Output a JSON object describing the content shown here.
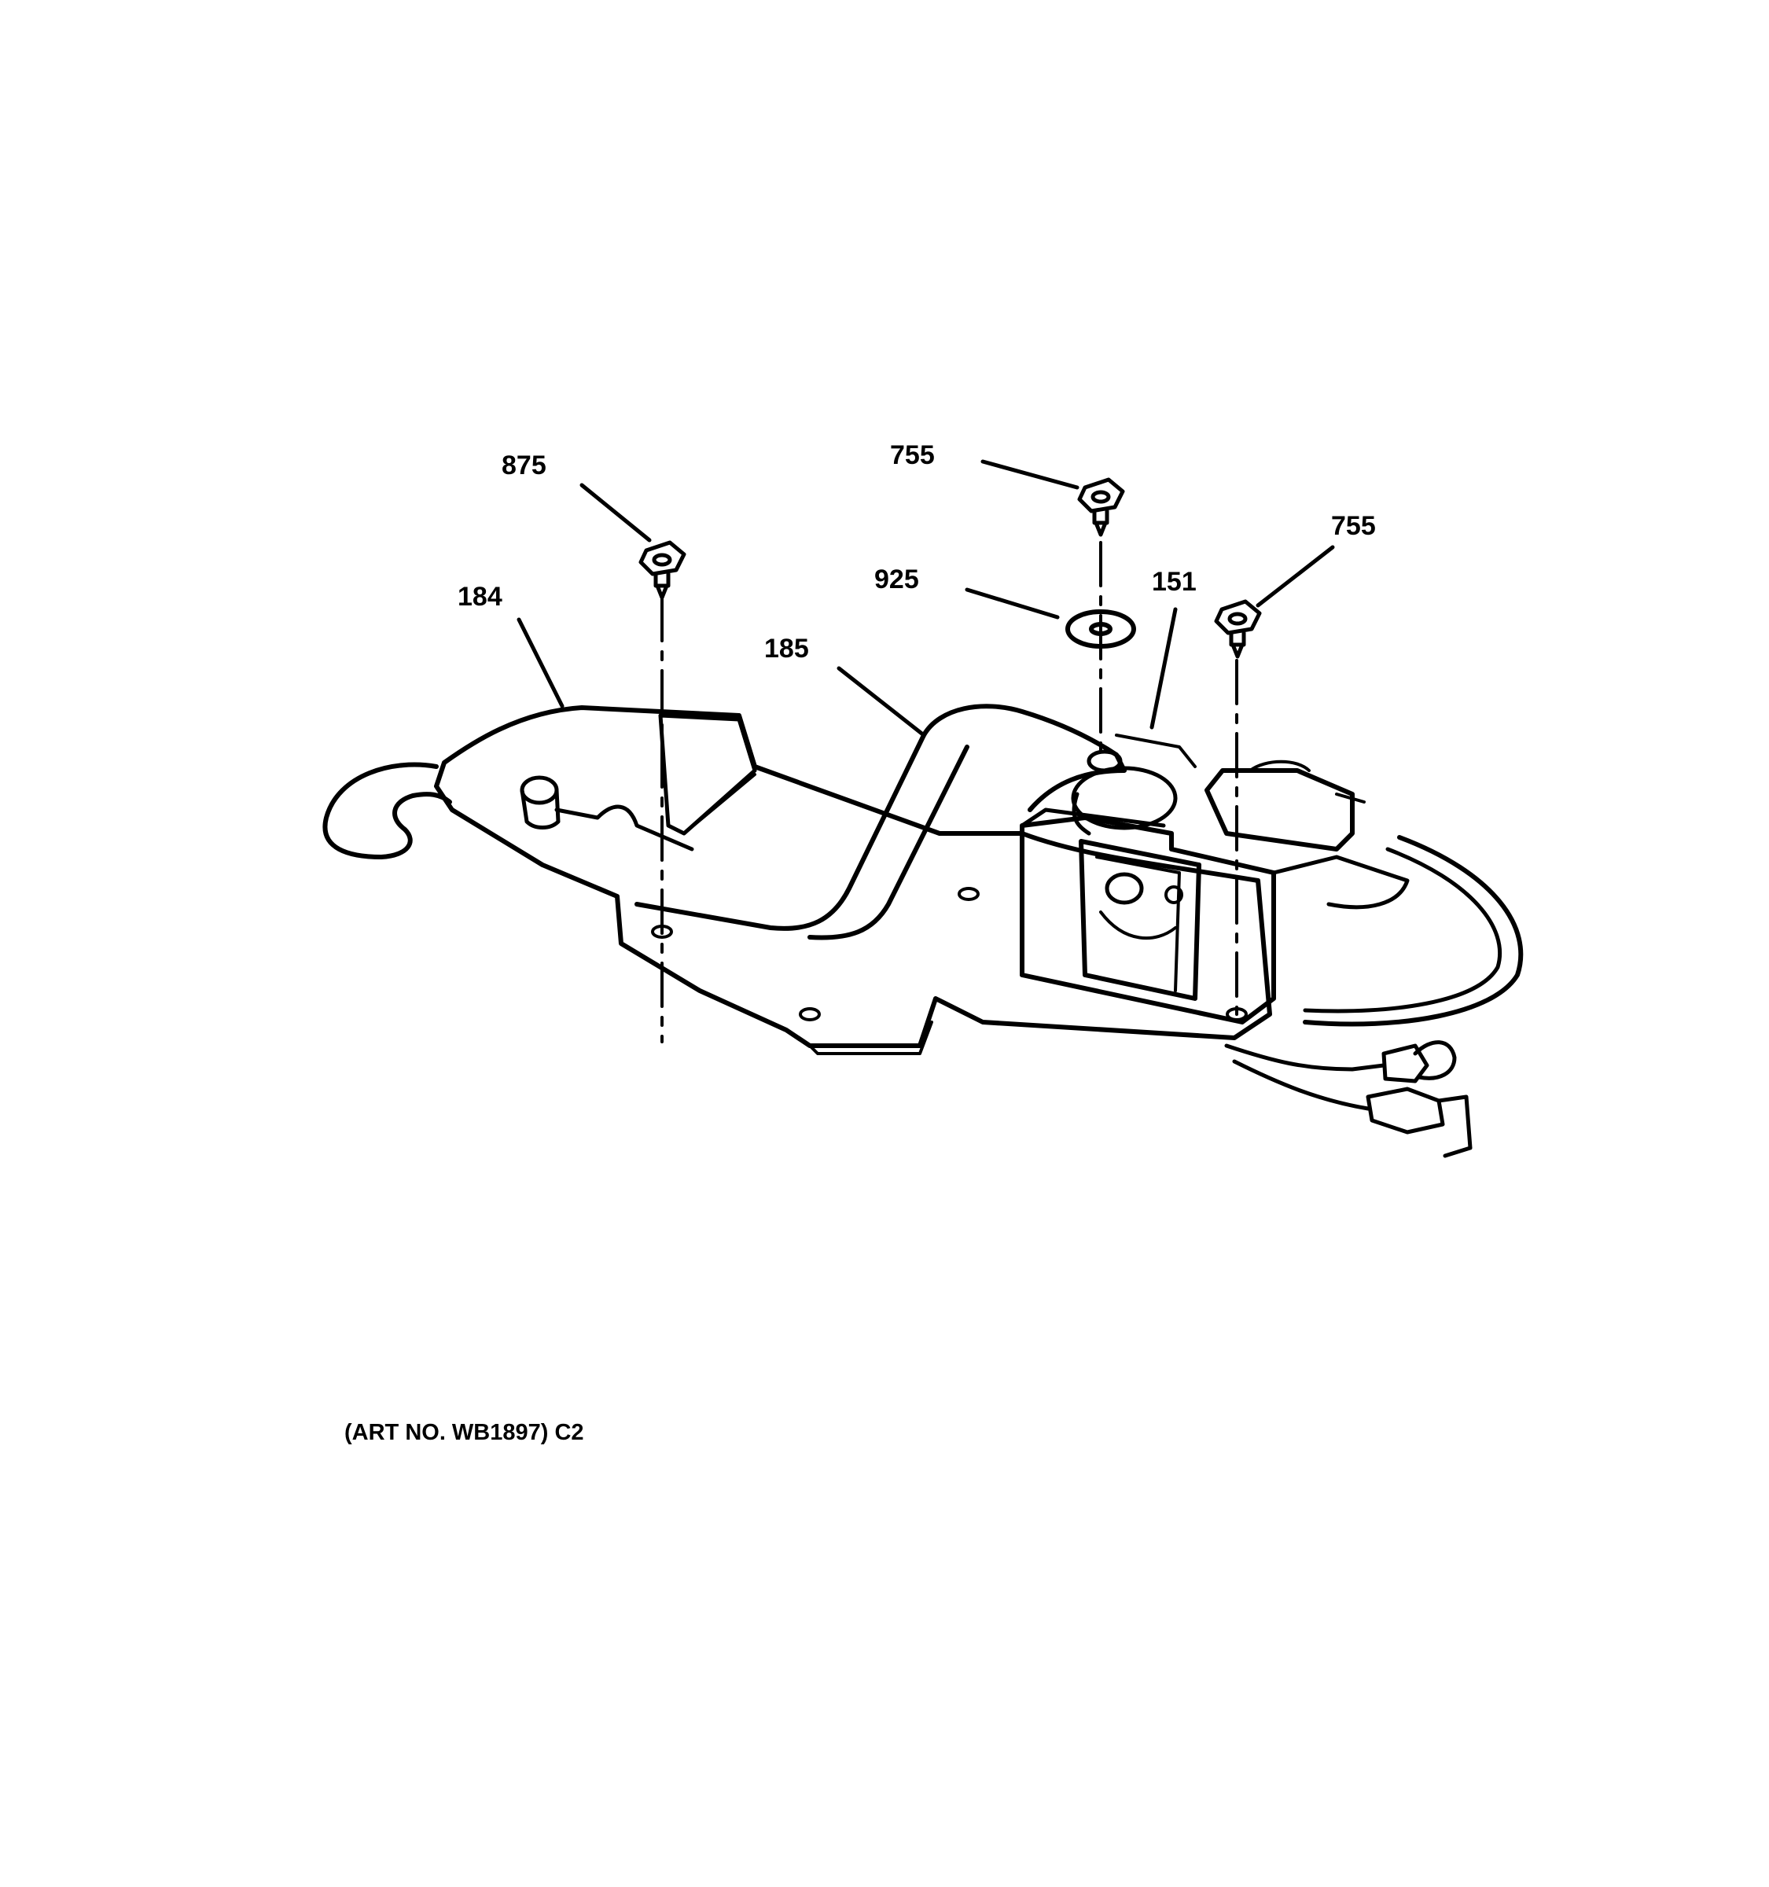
{
  "callouts": {
    "p875": "875",
    "p755_top": "755",
    "p755_right": "755",
    "p925": "925",
    "p151": "151",
    "p184": "184",
    "p185": "185"
  },
  "caption": "(ART NO. WB1897) C2",
  "colors": {
    "ink": "#000000",
    "paper": "#ffffff"
  }
}
